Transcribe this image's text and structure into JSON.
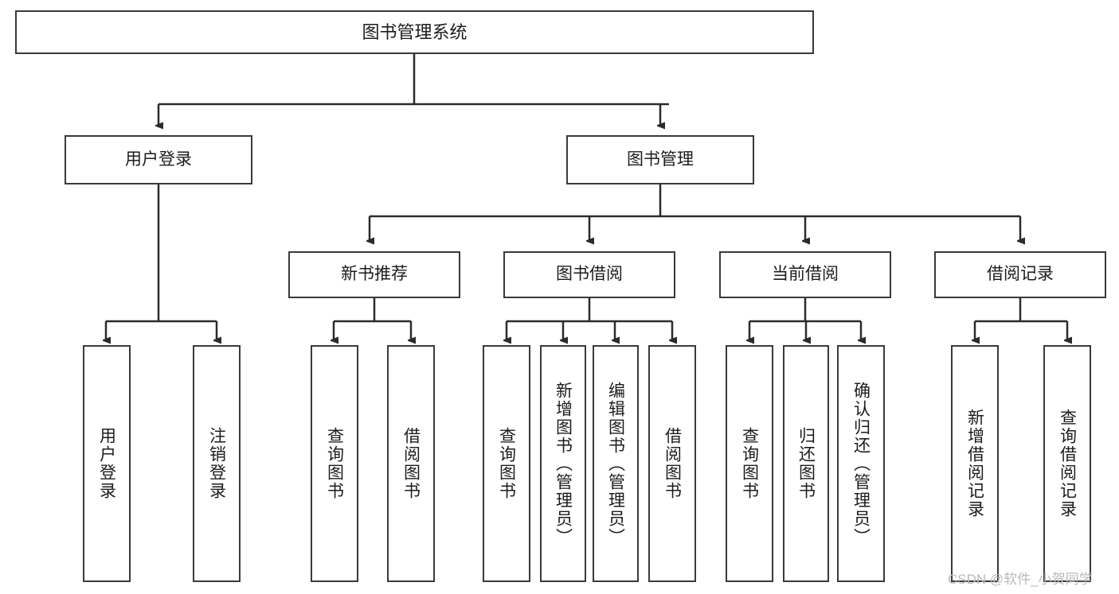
{
  "diagram": {
    "type": "tree-hierarchy",
    "title": "图书管理系统",
    "background_color": "#ffffff",
    "box_border_color": "#3a3a3a",
    "edge_color": "#2b2b2b",
    "root": {
      "id": "root",
      "label": "图书管理系统"
    },
    "level2": [
      {
        "id": "user-login",
        "label": "用户登录"
      },
      {
        "id": "book-management",
        "label": "图书管理"
      }
    ],
    "level3": [
      {
        "id": "new-book-recommend",
        "label": "新书推荐",
        "parent": "book-management"
      },
      {
        "id": "book-borrow",
        "label": "图书借阅",
        "parent": "book-management"
      },
      {
        "id": "current-borrow",
        "label": "当前借阅",
        "parent": "book-management"
      },
      {
        "id": "borrow-record",
        "label": "借阅记录",
        "parent": "book-management"
      }
    ],
    "leaves": [
      {
        "id": "leaf-user-login",
        "label": "用户登录",
        "parent": "user-login"
      },
      {
        "id": "leaf-logout-login",
        "label": "注销登录",
        "parent": "user-login"
      },
      {
        "id": "leaf-query-book-1",
        "label": "查询图书",
        "parent": "new-book-recommend"
      },
      {
        "id": "leaf-borrow-book-1",
        "label": "借阅图书",
        "parent": "new-book-recommend"
      },
      {
        "id": "leaf-query-book-2",
        "label": "查询图书",
        "parent": "book-borrow"
      },
      {
        "id": "leaf-add-book",
        "label": "新增图书（管理员）",
        "parent": "book-borrow"
      },
      {
        "id": "leaf-edit-book",
        "label": "编辑图书（管理员）",
        "parent": "book-borrow"
      },
      {
        "id": "leaf-borrow-book-2",
        "label": "借阅图书",
        "parent": "book-borrow"
      },
      {
        "id": "leaf-query-book-3",
        "label": "查询图书",
        "parent": "current-borrow"
      },
      {
        "id": "leaf-return-book",
        "label": "归还图书",
        "parent": "current-borrow"
      },
      {
        "id": "leaf-confirm-return",
        "label": "确认归还（管理员）",
        "parent": "current-borrow"
      },
      {
        "id": "leaf-add-record",
        "label": "新增借阅记录",
        "parent": "borrow-record"
      },
      {
        "id": "leaf-query-record",
        "label": "查询借阅记录",
        "parent": "borrow-record"
      }
    ]
  },
  "watermark": {
    "text": "CSDN @软件_小贺同学"
  }
}
